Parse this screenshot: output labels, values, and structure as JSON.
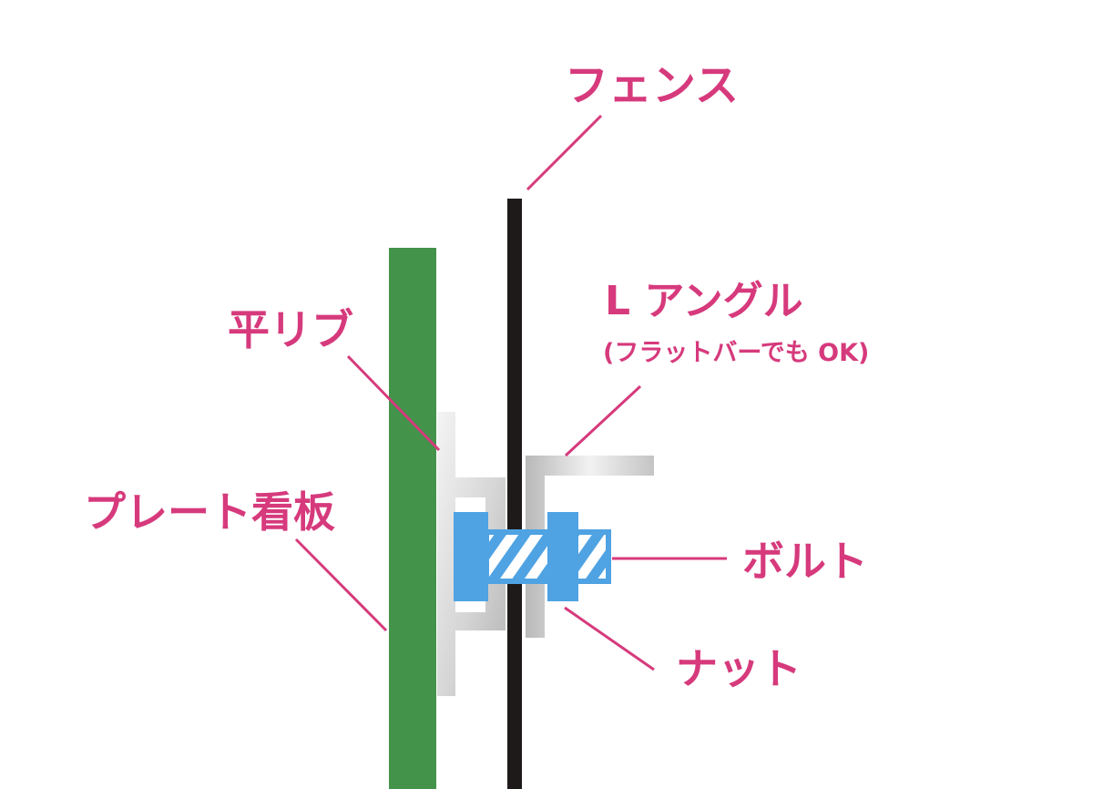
{
  "labels": {
    "fence": "フェンス",
    "l_angle": "L アングル",
    "l_angle_note": "(フラットバーでも OK)",
    "flat_rib": "平リブ",
    "plate_sign": "プレート看板",
    "bolt": "ボルト",
    "nut": "ナット"
  },
  "colors": {
    "label": "#D63A7C",
    "leader": "#D63A7C",
    "plate": "#43934B",
    "fence": "#1E1A19",
    "bolt": "#4FA3E3",
    "bolt_stripe": "#FFFFFF",
    "metal_light": "#F2F2F2",
    "metal_dark": "#B9B9B9",
    "background": "#FFFFFF"
  }
}
